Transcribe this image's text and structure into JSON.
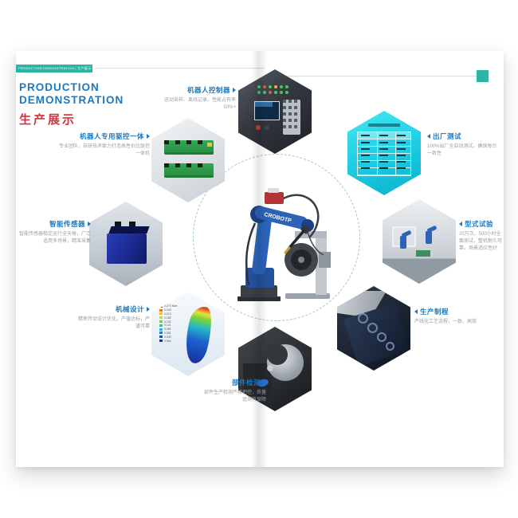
{
  "header": {
    "bar_text": "PRODUCTION DEMONSTRATION | 生产展示"
  },
  "title": {
    "en_line1": "PRODUCTION",
    "en_line2": "DEMONSTRATION",
    "cn": "生产展示"
  },
  "robot": {
    "brand": "CROBOTP"
  },
  "colors": {
    "accent_teal": "#2ab5a5",
    "title_blue": "#1b79c0",
    "title_red": "#d2333f",
    "robot_blue": "#2b63b8",
    "hex_cyan": "#17cfe0"
  },
  "features": [
    {
      "label": "机器人控制器",
      "desc": "运动采样、离线记录、性能占有率50%+"
    },
    {
      "label": "机器人专用驱控一体",
      "desc": "专业团队，自研技术致力打造高性价比驱控一体机"
    },
    {
      "label": "智能传感器",
      "desc": "智能传感器稳定运行全天候，广泛适用多场景，精准采集"
    },
    {
      "label": "机械设计",
      "desc": "精密传动设计优化，产值达标，严谨可靠"
    },
    {
      "label": "部件检测",
      "desc": "部件生产检测严格把控，质量追溯有保障"
    },
    {
      "label": "出厂测试",
      "desc": "100%出厂全自动测试，确保每台一致性"
    },
    {
      "label": "型式试验",
      "desc": "20万次、500小时全面测试，整机耐久可靠，场景适应性好"
    },
    {
      "label": "生产制程",
      "desc": "产线化工艺流程，一致、高效"
    }
  ],
  "design_legend": [
    "0.274 Max",
    "0.243",
    "0.213",
    "0.182",
    "0.152",
    "0.121",
    "0.091",
    "0.061",
    "0.030",
    "0 Min"
  ]
}
